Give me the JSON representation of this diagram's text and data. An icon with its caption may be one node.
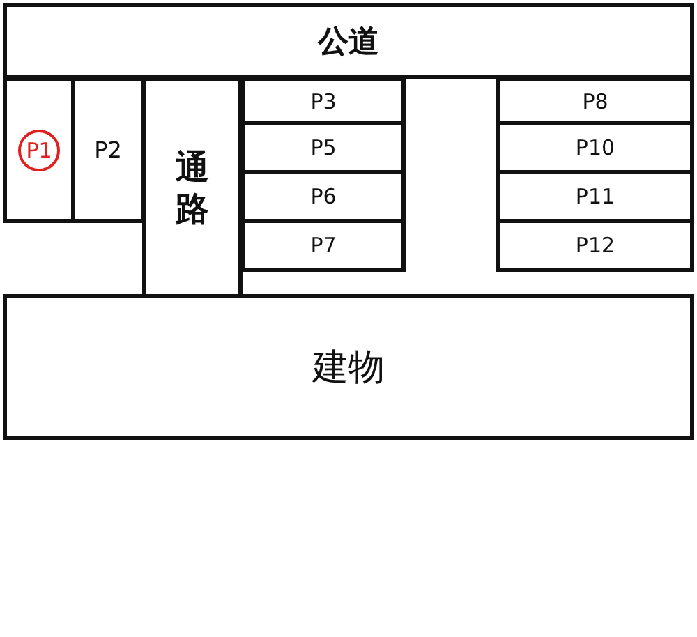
{
  "diagram": {
    "nodes": [
      {
        "text": [
          "公道"
        ]
      },
      {
        "text": [
          "P1"
        ]
      },
      {
        "text": [
          "P2"
        ]
      },
      {
        "text": [
          "通路"
        ]
      },
      {
        "text": [
          "P3"
        ]
      },
      {
        "text": [
          "P5"
        ]
      },
      {
        "text": [
          "P6"
        ]
      },
      {
        "text": [
          "P7"
        ]
      },
      {
        "text": [
          "P8"
        ]
      },
      {
        "text": [
          "P10"
        ]
      },
      {
        "text": [
          "P11"
        ]
      },
      {
        "text": [
          "P12"
        ]
      },
      {
        "text": [
          "建物"
        ]
      }
    ]
  }
}
